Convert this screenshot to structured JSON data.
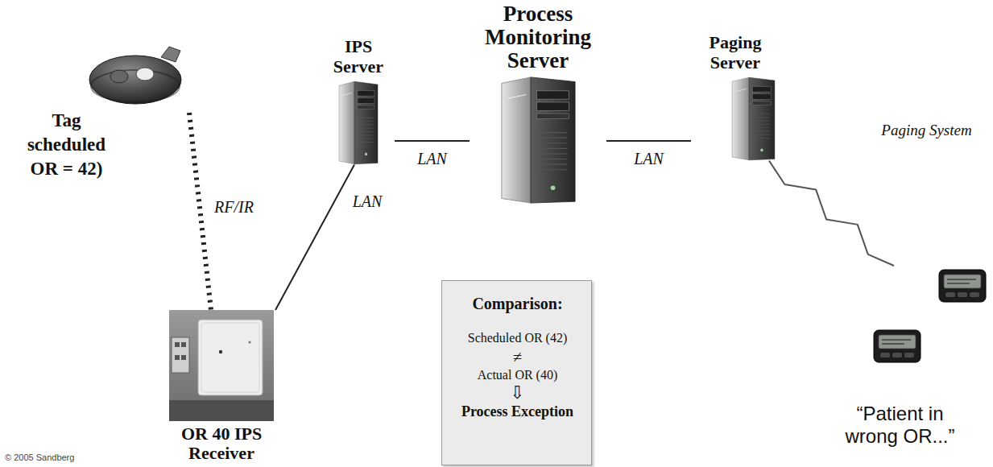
{
  "diagram": {
    "nodes": [
      {
        "text": [
          "Tag scheduled OR = 42)"
        ]
      },
      {
        "text": [
          "OR 40 IPS Receiver"
        ]
      },
      {
        "text": [
          "IPS Server"
        ]
      },
      {
        "text": [
          "Process Monitoring Server"
        ]
      },
      {
        "text": [
          "Paging Server"
        ]
      },
      {
        "text": [
          "“Patient in wrong OR...”"
        ]
      },
      {
        "text": [
          "Comparison:",
          "Scheduled OR (42)",
          "≠",
          "Actual OR (40)",
          "⇩",
          "Process Exception"
        ]
      }
    ],
    "edges": [
      {
        "from": 0,
        "to": 1,
        "arrow": "none",
        "label": "RF/IR"
      },
      {
        "from": 1,
        "to": 2,
        "arrow": "none",
        "label": "LAN"
      },
      {
        "from": 2,
        "to": 3,
        "arrow": "none",
        "label": "LAN"
      },
      {
        "from": 3,
        "to": 4,
        "arrow": "none",
        "label": "LAN"
      },
      {
        "from": 4,
        "to": 5,
        "arrow": "none",
        "label": "Paging System"
      }
    ],
    "labels": [
      "© 2005 Sandberg"
    ]
  }
}
